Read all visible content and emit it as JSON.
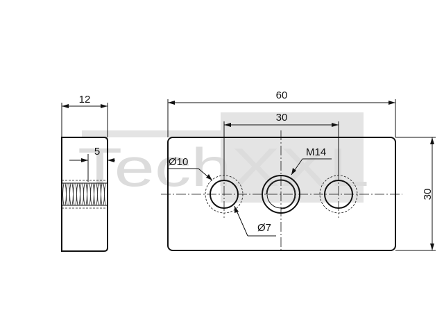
{
  "watermark": {
    "text": "TechXXL",
    "color": "#dcdcdc"
  },
  "dimensions": {
    "side_width": "12",
    "thread_depth": "5",
    "total_length": "60",
    "hole_spacing": "30",
    "height": "30",
    "outer_hole_diameter": "Ø10",
    "inner_hole_diameter": "Ø7",
    "center_thread": "M14"
  },
  "colors": {
    "line": "#111111",
    "background": "#ffffff"
  }
}
